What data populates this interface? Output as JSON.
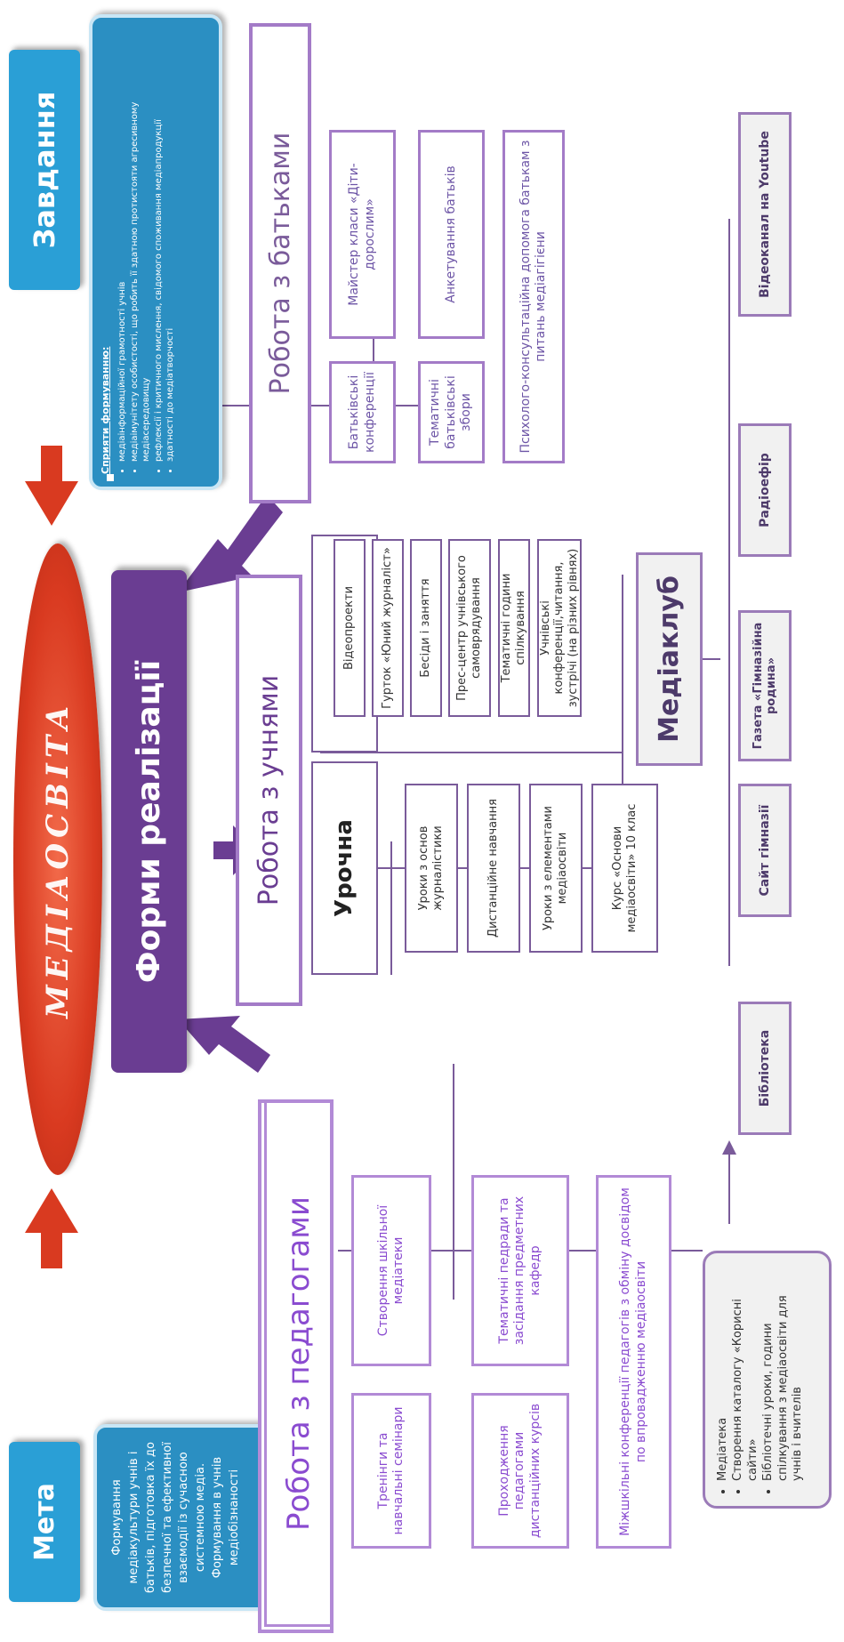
{
  "meta": {
    "title": "Мета",
    "text": "Формування медіакультури учнів і батьків, підготовка їх до безпечної та ефективної взаємодії із сучасною системною медіа. Формування в учнів медіобізнаності"
  },
  "zavdannya": {
    "title": "Завдання",
    "intro": "Сприяти формуванню:",
    "items": [
      "медіаінформаційної грамотності учнів",
      "медіаімунітету особистості, що робить її здатною протистояти агресивному медіасередовищу",
      "рефлексії і критичного мислення, свідомого споживання медіапродукції",
      "здатності до медіатворчості"
    ]
  },
  "forms": {
    "title": "Форми реалізації"
  },
  "logo": {
    "text": "МЕДІАОСВІТА"
  },
  "teachers": {
    "title": "Робота з педагогами",
    "items": [
      "Тренінги та навчальні семінари",
      "Створення шкільної медіатеки",
      "Проходження педагогами дистанційних курсів",
      "Тематичні педради та засідання предметних кафедр",
      "Міжшкільні конференції педагогів з обміну досвідом по впровадженню медіаосвіти"
    ]
  },
  "students": {
    "title": "Робота з учнями",
    "urochna": {
      "title": "Урочна",
      "items": [
        "Уроки з основ журналістики",
        "Дистанційне навчання",
        "Уроки з елементами медіаосвіти",
        "Курс «Основи медіаосвіти» 10 клас"
      ]
    },
    "pozaurochna": {
      "title": "Позаурочна",
      "items": [
        "Відеопроекти",
        "Гурток «Юний журналіст»",
        "Бесіди і заняття",
        "Прес-центр учнівського самоврядування",
        "Тематичні години спілкування",
        "Учнівські конференції,читання, зустрічі (на різних рівнях)"
      ]
    }
  },
  "parents": {
    "title": "Робота з батьками",
    "items": [
      "Батьківські конференції",
      "Майстер класи «Діти-дорослим»",
      "Тематичні батьківські збори",
      "Анкетування батьків",
      "Психолого-консультаційна допомога батькам з питань медіагігієни"
    ]
  },
  "mediaclub": {
    "title": "Медіаклуб",
    "items": [
      "Бібліотека",
      "Сайт гімназії",
      "Газета «Гімназійна родина»",
      "Радіоефір",
      "Відеоканал на Youtube"
    ]
  },
  "library": {
    "items": [
      "Медіатека",
      "Створення каталогу «Корисні сайти»",
      "Бібліотечні уроки, години спілкування з медіаосвіти для учнів і вчителів"
    ]
  },
  "colors": {
    "blue": "#2a9fd6",
    "purple": "#6a3d92",
    "red": "#d93a20",
    "lavender": "#a37bc7"
  }
}
